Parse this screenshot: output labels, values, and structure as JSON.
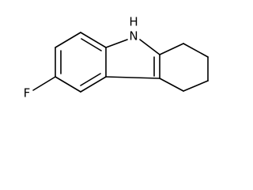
{
  "molecule": {
    "atoms": {
      "nh": "H",
      "n": "N",
      "f": "F"
    }
  },
  "colors": {
    "ink": "#000000",
    "background": "#ffffff"
  }
}
